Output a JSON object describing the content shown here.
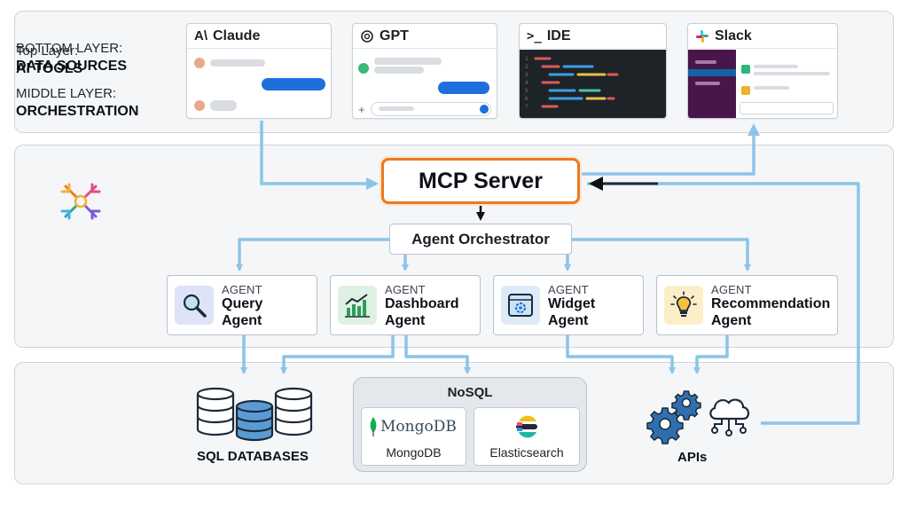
{
  "layers": {
    "top": {
      "line1": "Top Layer:",
      "line2": "AI TOOLS"
    },
    "middle": {
      "line1": "MIDDLE LAYER:",
      "line2": "ORCHESTRATION"
    },
    "bottom": {
      "line1": "BOTTOM LAYER:",
      "line2": "DATA SOURCES"
    }
  },
  "tools": {
    "claude": {
      "logo": "A\\",
      "label": "Claude"
    },
    "gpt": {
      "label": "GPT"
    },
    "ide": {
      "prompt": ">_",
      "label": "IDE",
      "line_numbers": [
        "1",
        "2",
        "3",
        "4",
        "5",
        "6",
        "7"
      ]
    },
    "slack": {
      "label": "Slack"
    }
  },
  "mcp_server": "MCP Server",
  "orchestrator": "Agent Orchestrator",
  "agents": [
    {
      "kicker": "AGENT",
      "name_l1": "Query",
      "name_l2": "Agent",
      "icon": "magnifier-icon"
    },
    {
      "kicker": "AGENT",
      "name_l1": "Dashboard",
      "name_l2": "Agent",
      "icon": "chart-icon"
    },
    {
      "kicker": "AGENT",
      "name_l1": "Widget",
      "name_l2": "Agent",
      "icon": "widget-gear-icon"
    },
    {
      "kicker": "AGENT",
      "name_l1": "Recommendation",
      "name_l2": "Agent",
      "icon": "lightbulb-icon"
    }
  ],
  "data_sources": {
    "sql": "SQL DATABASES",
    "nosql": {
      "title": "NoSQL",
      "mongodb_logo": "MongoDB",
      "mongodb_label": "MongoDB",
      "elastic_label": "Elasticsearch"
    },
    "apis": "APIs"
  },
  "colors": {
    "accent_orange": "#ea7a1e",
    "flow_blue": "#8cc4e8",
    "chat_blue": "#1f6fdb"
  }
}
